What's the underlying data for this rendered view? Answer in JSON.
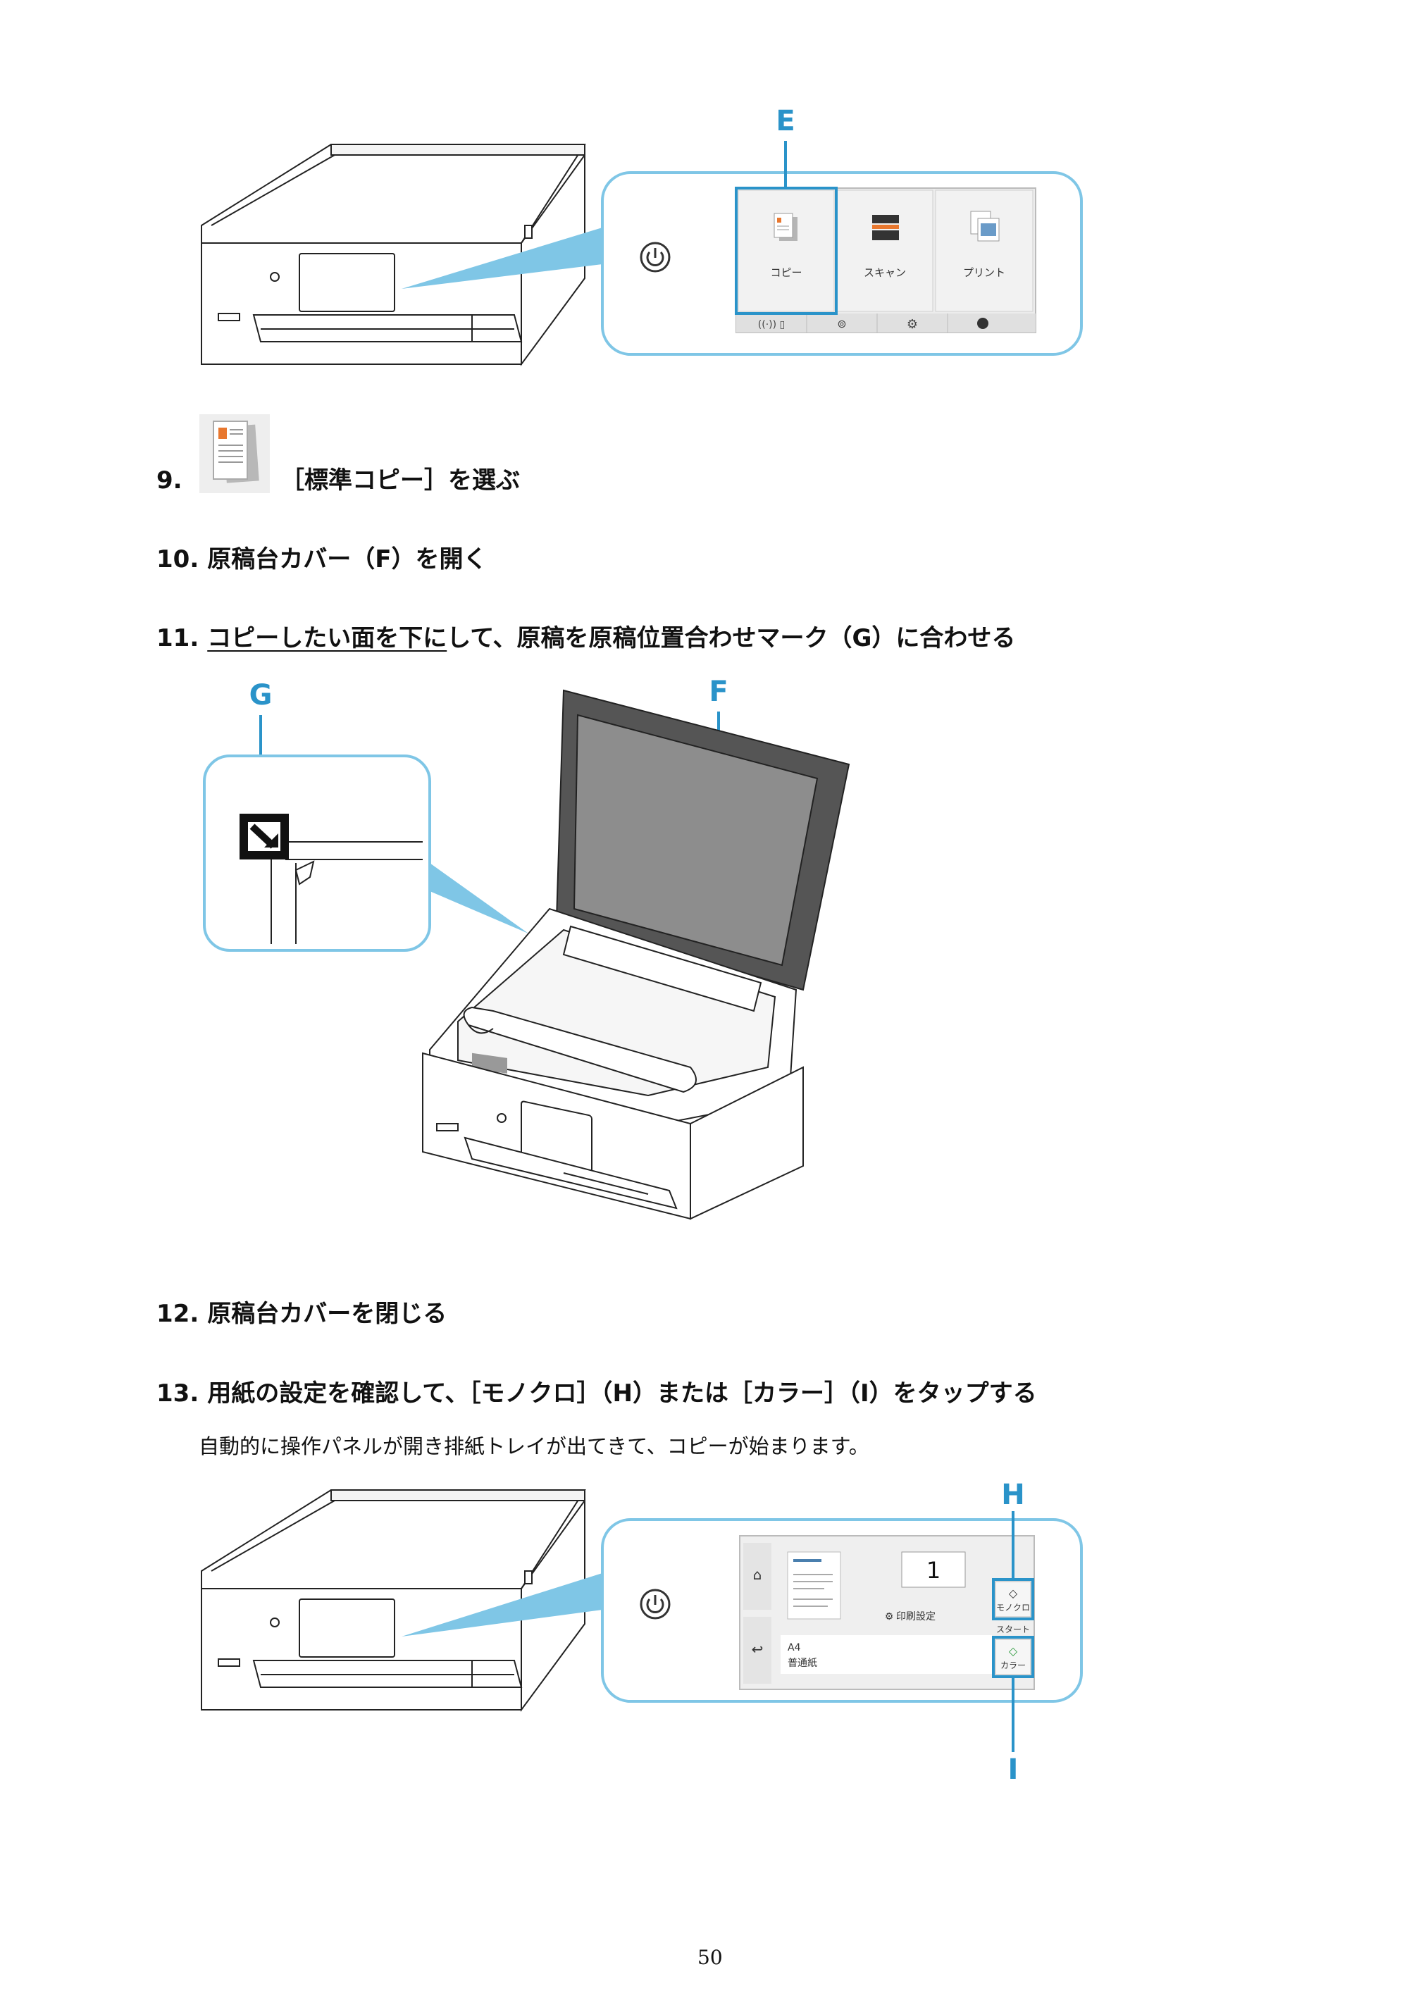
{
  "figure1": {
    "label_e": "E",
    "panel": {
      "tiles": [
        "コピー",
        "スキャン",
        "プリント"
      ]
    }
  },
  "steps": [
    {
      "num": "9.",
      "text": "［標準コピー］を選ぶ",
      "icon": "copy-document-icon"
    },
    {
      "num": "10.",
      "text": "原稿台カバー（F）を開く"
    },
    {
      "num": "11.",
      "text_underlined": "コピーしたい面を下に",
      "text_rest": "して、原稿を原稿位置合わせマーク（G）に合わせる"
    },
    {
      "num": "12.",
      "text": "原稿台カバーを閉じる"
    },
    {
      "num": "13.",
      "text": "用紙の設定を確認して、［モノクロ］（H）または［カラー］（I）をタップする"
    }
  ],
  "step13_note": "自動的に操作パネルが開き排紙トレイが出てきて、コピーが始まります。",
  "figure2": {
    "label_g": "G",
    "label_f": "F"
  },
  "figure3": {
    "label_h": "H",
    "label_i": "I",
    "panel": {
      "copies": "1",
      "print_settings": "印刷設定",
      "paper_size": "A4",
      "paper_type": "普通紙",
      "mono_button": "モノクロ",
      "start_label": "スタート",
      "color_button": "カラー"
    }
  },
  "colors": {
    "accent": "#2a93c9",
    "bubble": "#7fc6e6"
  },
  "page_number": "50"
}
